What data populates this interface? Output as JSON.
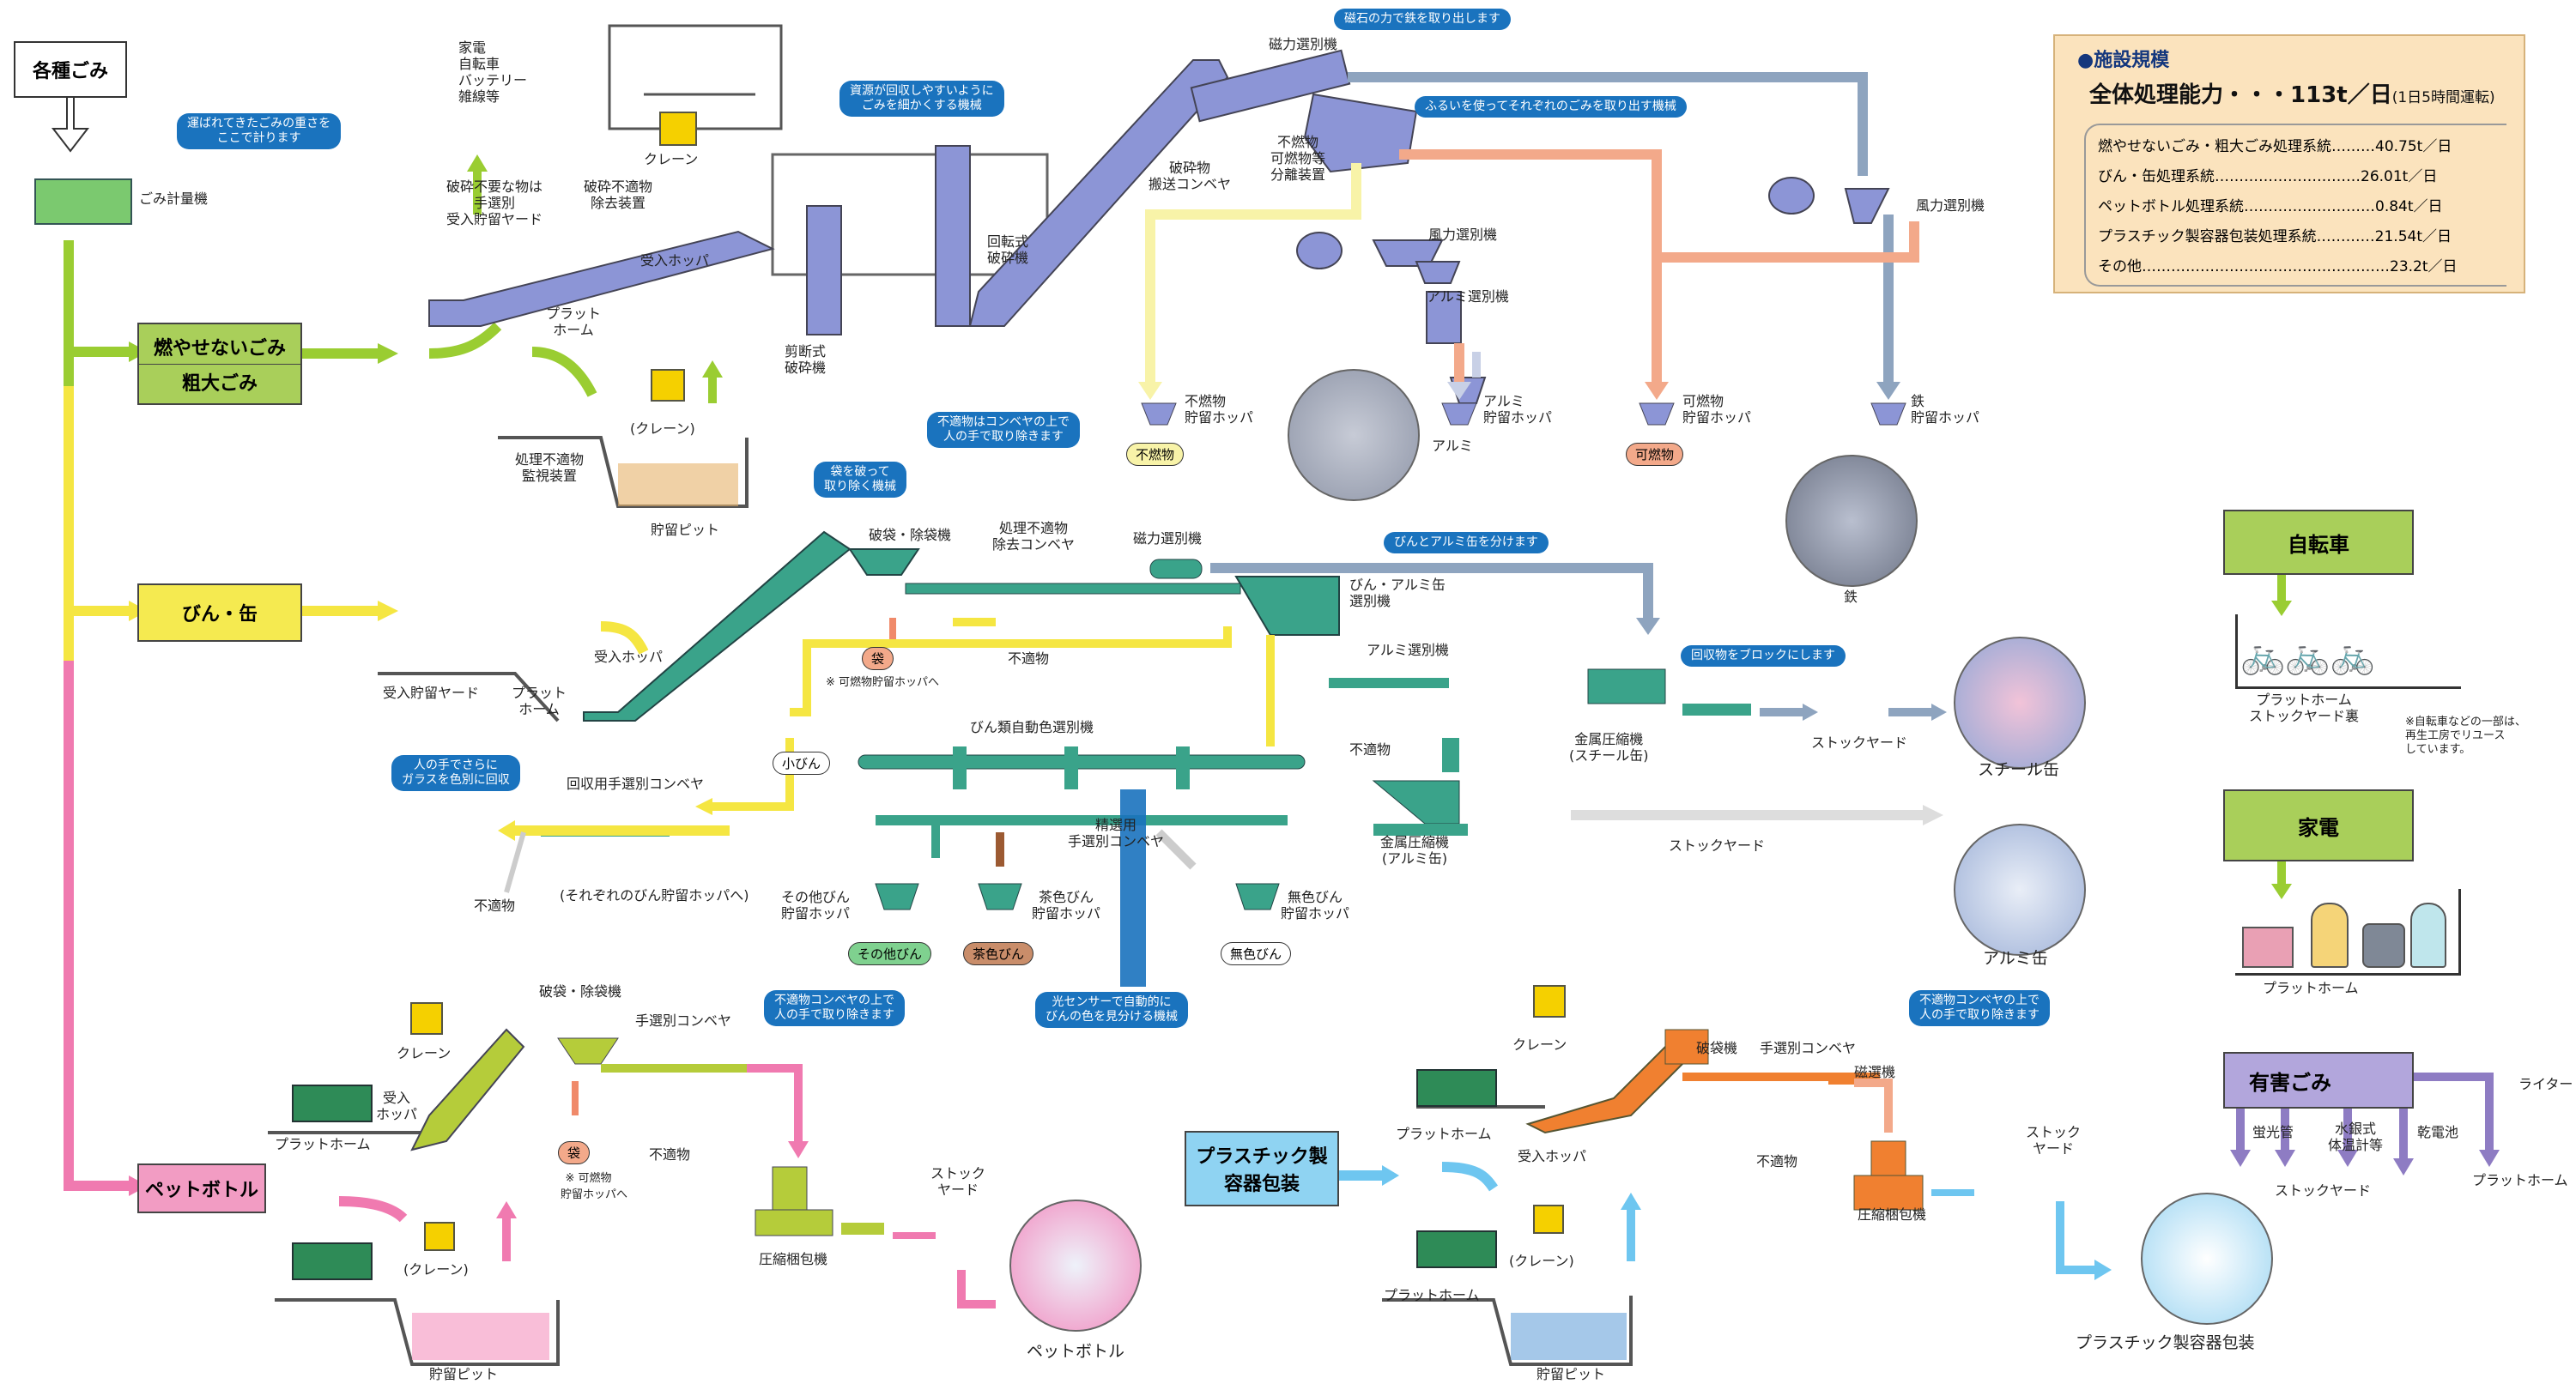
{
  "start": {
    "label": "各種ごみ"
  },
  "weigh": {
    "callout": "運ばれてきたごみの重さを\nここで計ります",
    "label": "ごみ計量機"
  },
  "categories": {
    "non_burnable": {
      "line1": "燃やせないごみ",
      "line2": "粗大ごみ"
    },
    "bottles_cans": {
      "label": "びん・缶"
    },
    "pet": {
      "label": "ペットボトル"
    },
    "plastic": {
      "label": "プラスチック製\n容器包装"
    }
  },
  "section1": {
    "appliance_list": "家電\n自転車\nバッテリー\n雑線等",
    "yard": "破砕不要な物は\n手選別\n受入貯留ヤード",
    "removal": "破砕不適物\n除去装置",
    "crane": "クレーン",
    "hopper": "受入ホッパ",
    "platform": "プラット\nホーム",
    "callout_crush": "資源が回収しやすいように\nごみを細かくする機械",
    "shear": "剪断式\n破砕機",
    "rotary": "回転式\n破砕機",
    "conveyor": "破砕物\n搬送コンベヤ",
    "callout_magnet": "磁石の力で鉄を取り出します",
    "magnet": "磁力選別機",
    "separator": "不燃物\n可燃物等\n分離装置",
    "callout_sieve": "ふるいを使ってそれぞれのごみを取り出す機械",
    "wind1": "風力選別機",
    "wind2": "風力選別機",
    "alu_sep": "アルミ選別機",
    "crane2": "(クレーン)",
    "monitor": "処理不適物\n監視装置",
    "pit": "貯留ピット",
    "hopper_nonburn": "不燃物\n貯留ホッパ",
    "hopper_alu": "アルミ\n貯留ホッパ",
    "hopper_burn": "可燃物\n貯留ホッパ",
    "hopper_iron": "鉄\n貯留ホッパ",
    "badge_nonburn": "不燃物",
    "photo_alu": "アルミ",
    "badge_burn": "可燃物",
    "photo_iron": "鉄"
  },
  "section2": {
    "yard": "受入貯留ヤード",
    "platform": "プラット\nホーム",
    "hopper": "受入ホッパ",
    "callout_bag": "袋を破って\n取り除く機械",
    "bag_machine": "破袋・除袋機",
    "bag": "袋",
    "bag_note": "※ 可燃物貯留ホッパへ",
    "callout_unfit": "不適物はコンベヤの上で\n人の手で取り除きます",
    "unfit_conveyor": "処理不適物\n除去コンベヤ",
    "unfit": "不適物",
    "magnet": "磁力選別機",
    "callout_split": "びんとアルミ缶を分けます",
    "bottle_can_sep": "びん・アルミ缶\n選別機",
    "alu_sep": "アルミ選別機",
    "unfit2": "不適物",
    "callout_block": "回収物をブロックにします",
    "press_steel": "金属圧縮機\n(スチール缶)",
    "stock1": "ストックヤード",
    "photo_steel": "スチール缶",
    "press_alu": "金属圧縮機\n(アルミ缶)",
    "stock2": "ストックヤード",
    "photo_alucan": "アルミ缶",
    "small_bottle": "小びん",
    "color_sorter": "びん類自動色選別機",
    "callout_hand": "人の手でさらに\nガラスを色別に回収",
    "hand_conveyor": "回収用手選別コンベヤ",
    "unfit3": "不適物",
    "each_hopper": "(それぞれのびん貯留ホッパへ)",
    "fine_conveyor": "精選用\n手選別コンベヤ",
    "hopper_other": "その他びん\n貯留ホッパ",
    "hopper_brown": "茶色びん\n貯留ホッパ",
    "hopper_clear": "無色びん\n貯留ホッパ",
    "badge_other": "その他びん",
    "badge_brown": "茶色びん",
    "badge_clear": "無色びん",
    "callout_sensor": "光センサーで自動的に\nびんの色を見分ける機械"
  },
  "section3": {
    "crane": "クレーン",
    "bag_machine": "破袋・除袋機",
    "hand_conveyor": "手選別コンベヤ",
    "callout_unfit": "不適物コンベヤの上で\n人の手で取り除きます",
    "hopper": "受入\nホッパ",
    "platform": "プラットホーム",
    "bag": "袋",
    "bag_note": "※ 可燃物\n　貯留ホッパへ",
    "unfit": "不適物",
    "crane2": "(クレーン)",
    "pit": "貯留ピット",
    "press": "圧縮梱包機",
    "stock": "ストック\nヤード",
    "photo": "ペットボトル"
  },
  "section4": {
    "crane": "クレーン",
    "bag_machine": "破袋機",
    "hand_conveyor": "手選別コンベヤ",
    "callout_unfit": "不適物コンベヤの上で\n人の手で取り除きます",
    "magnet": "磁選機",
    "platform": "プラットホーム",
    "hopper": "受入ホッパ",
    "unfit": "不適物",
    "press": "圧縮梱包機",
    "stock": "ストック\nヤード",
    "crane2": "(クレーン)",
    "platform2": "プラットホーム",
    "pit": "貯留ピット",
    "photo": "プラスチック製容器包装"
  },
  "spec": {
    "heading": "●施設規模",
    "capacity": "全体処理能力・・・113t／日",
    "capacity_note": "(1日5時間運転)",
    "rows": [
      "燃やせないごみ・粗大ごみ処理系統………40.75t／日",
      "びん・缶処理系統…………………………26.01t／日",
      "ペットボトル処理系統………………………0.84t／日",
      "プラスチック製容器包装処理系統…………21.54t／日",
      "その他……………………………………………23.2t／日"
    ]
  },
  "bicycle": {
    "title": "自転車",
    "caption": "プラットホーム\nストックヤード裏",
    "note": "※自転車などの一部は、\n再生工房でリユース\nしています。"
  },
  "appliance": {
    "title": "家電",
    "caption": "プラットホーム"
  },
  "hazardous": {
    "title": "有害ごみ",
    "lighter": "ライター",
    "fluor": "蛍光管",
    "thermo": "水銀式\n体温計等",
    "battery": "乾電池",
    "stock": "ストックヤード",
    "platform": "プラットホーム"
  },
  "colors": {
    "green_flow": "#9acd32",
    "yellow_flow": "#f5e642",
    "pink_flow": "#f07ab0",
    "blue_flow": "#6ec6f0",
    "machine_purple": "#8c95d6",
    "machine_teal": "#3aa38a",
    "machine_lime": "#b5cc3a",
    "machine_orange": "#f08030",
    "callout": "#1a73be",
    "cat_green": "#a9cf5a",
    "cat_yellow": "#f5ea50",
    "cat_pink": "#f29cc3",
    "cat_blue": "#8fd3f2"
  }
}
